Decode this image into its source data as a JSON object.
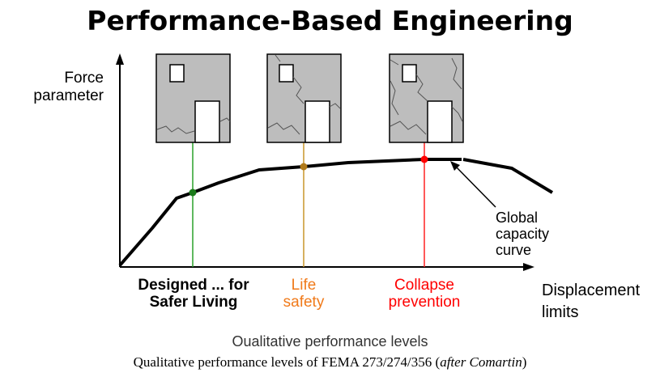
{
  "title": "Performance-Based Engineering",
  "y_axis": {
    "line1": "Force",
    "line2": "parameter"
  },
  "x_axis": {
    "line1": "Displacement",
    "line2": "limits"
  },
  "curve_label": {
    "line1": "Global",
    "line2": "capacity",
    "line3": "curve"
  },
  "levels": [
    {
      "line1": "Designed ... for",
      "line2": "Safer Living",
      "color": "#000000",
      "marker_color": "#1a7a1a",
      "line_color": "#2aa02a"
    },
    {
      "line1": "Life",
      "line2": "safety",
      "color": "#f07a1a",
      "marker_color": "#b07a1a",
      "line_color": "#c8962a"
    },
    {
      "line1": "Collapse",
      "line2": "prevention",
      "color": "#ff0000",
      "marker_color": "#ff0000",
      "line_color": "#ff2020"
    }
  ],
  "subtitle": "Oualitative performance levels",
  "caption": {
    "prefix": "Qualitative performance levels of FEMA 273/274/356 (",
    "italic": "after Comartin",
    "suffix": ")"
  }
}
